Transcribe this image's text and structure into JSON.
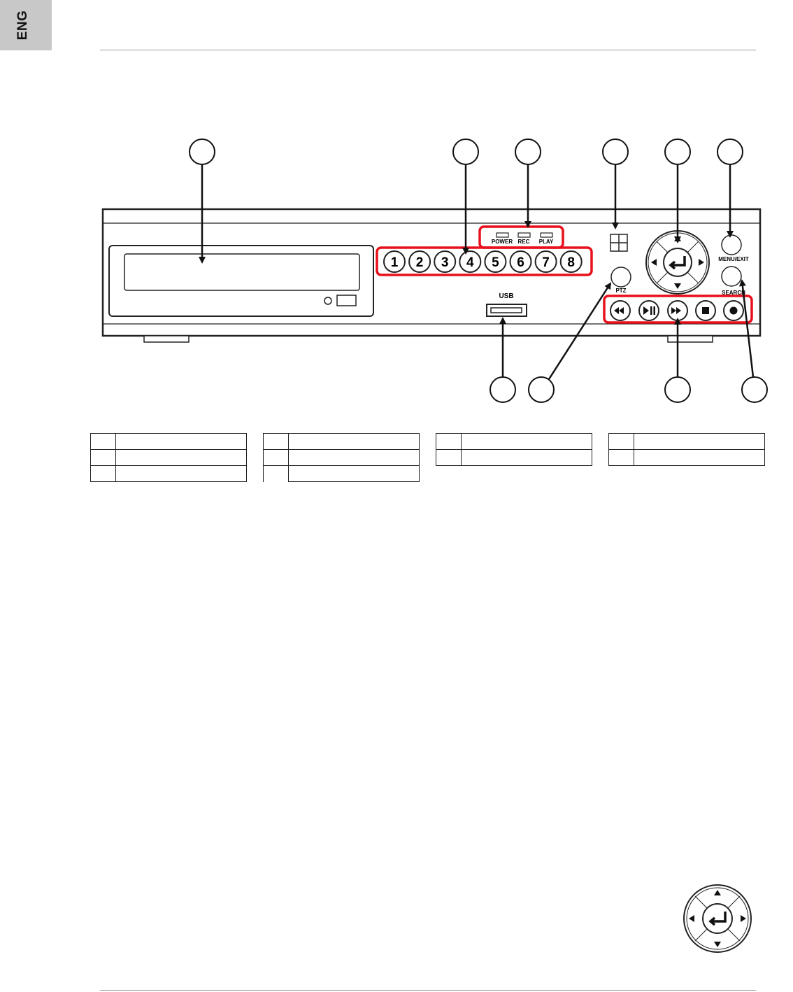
{
  "header": {
    "language_tab": "ENG"
  },
  "device": {
    "led_labels": [
      "POWER",
      "REC",
      "PLAY"
    ],
    "channel_buttons": [
      "1",
      "2",
      "3",
      "4",
      "5",
      "6",
      "7",
      "8"
    ],
    "usb_label": "USB",
    "ptz_label": "PTZ",
    "menu_label": "MENU/EXIT",
    "search_label": "SEARCH",
    "playback_buttons": [
      "rewind-icon",
      "play-pause-icon",
      "fast-forward-icon",
      "stop-icon",
      "record-icon"
    ]
  },
  "callouts": {
    "top": [
      "",
      "",
      "",
      "",
      "",
      ""
    ],
    "bottom": [
      "",
      "",
      "",
      ""
    ]
  },
  "legend": {
    "columns": [
      {
        "rows": [
          {
            "num": "",
            "label": ""
          },
          {
            "num": "",
            "label": ""
          },
          {
            "num": "",
            "label": ""
          }
        ]
      },
      {
        "rows": [
          {
            "num": "",
            "label": ""
          },
          {
            "num": "",
            "label": ""
          },
          {
            "num": "",
            "label": ""
          }
        ]
      },
      {
        "rows": [
          {
            "num": "",
            "label": ""
          },
          {
            "num": "",
            "label": ""
          }
        ]
      },
      {
        "rows": [
          {
            "num": "",
            "label": ""
          },
          {
            "num": "",
            "label": ""
          }
        ]
      }
    ]
  },
  "nav_pad_icon": "navigation-pad-icon",
  "colors": {
    "highlight": "#e8101c",
    "panel_line": "#222222",
    "tab_bg": "#c8c8c8"
  }
}
